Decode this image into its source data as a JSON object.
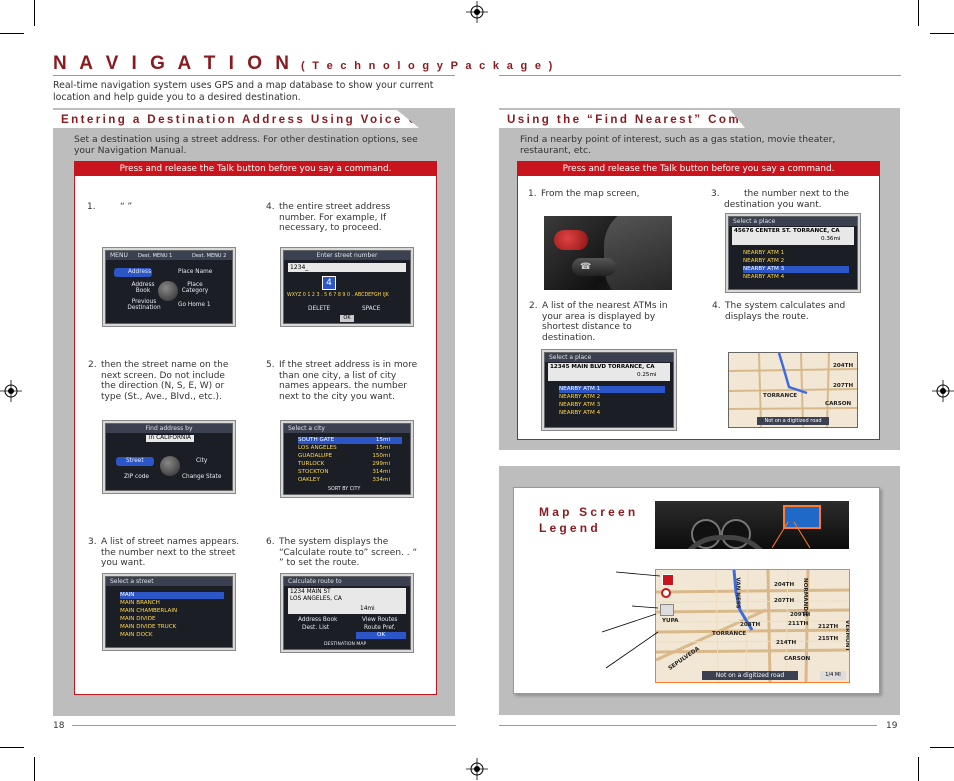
{
  "header": {
    "title": "N A V I G A T I O N",
    "subtitle": "( T e c h n o l o g y   P a c k a g e )",
    "intro": "Real-time navigation system uses GPS and a map database to show your current location and help guide you to a desired destination."
  },
  "left": {
    "heading": "Entering a Destination Address Using Voice Control",
    "desc": "Set a destination using a street address. For other destination options, see your Navigation Manual.",
    "banner": "Press and release the Talk button before you say a command.",
    "steps": [
      {
        "num": "1.",
        "text": "“ ”"
      },
      {
        "num": "2.",
        "text": "then the street name on the next screen. Do not include the direction (N, S, E, W) or type (St., Ave., Blvd., etc.)."
      },
      {
        "num": "3.",
        "text": "A list of street names appears. the number next to the street you want."
      },
      {
        "num": "4.",
        "text": "the entire street address number. For example, If necessary, to proceed."
      },
      {
        "num": "5.",
        "text": "If the street address is in more than one city, a list of city names appears. the number next to the city you want."
      },
      {
        "num": "6.",
        "text": "The system displays the “Calculate route to” screen. . “ ” to set the route."
      }
    ],
    "screens": {
      "menu": {
        "bar": "MENU",
        "dest": "Dest. MENU 1",
        "dest2": "Dest. MENU 2",
        "address": "Address",
        "place_name": "Place Name",
        "address_book": "Address Book",
        "place_category": "Place Category",
        "previous_destination": "Previous Destination",
        "go_home": "Go Home 1"
      },
      "street_number": {
        "bar": "Enter street number",
        "value": "1234_",
        "digit": "4",
        "keys": "WXYZ 0 1 2 3 . 5 6 7 8 9 0 . ABCDEFGH IJK",
        "delete": "DELETE",
        "space": "SPACE",
        "ok": "OK"
      },
      "find_address": {
        "bar": "Find address by",
        "in": "in CALIFORNIA",
        "street": "Street",
        "city": "City",
        "zip": "ZIP code",
        "change_state": "Change State"
      },
      "select_city": {
        "bar": "Select a city",
        "rows": [
          "SOUTH GATE",
          "LOS ANGELES",
          "GUADALUPE",
          "TURLOCK",
          "STOCKTON",
          "OAKLEY"
        ],
        "dists": [
          "15mi",
          "15mi",
          "150mi",
          "299mi",
          "314mi",
          "334mi"
        ],
        "footer": "SORT BY CITY"
      },
      "select_street": {
        "bar": "Select a street",
        "rows": [
          "MAIN",
          "MAIN BRANCH",
          "MAIN CHAMBERLAIN",
          "MAIN DIVIDE",
          "MAIN DIVIDE TRUCK",
          "MAIN DOCK"
        ]
      },
      "calculate": {
        "bar": "Calculate route to",
        "addr1": "1234 MAIN ST",
        "addr2": "LOS ANGELES, CA",
        "dist": "14mi",
        "address_book": "Address Book",
        "view_routes": "View Routes",
        "dest_list": "Dest. List",
        "route_pref": "Route Pref.",
        "ok": "OK",
        "footer": "DESTINATION MAP"
      }
    }
  },
  "right": {
    "heading": "Using the “Find Nearest” Command",
    "desc": "Find a nearby point of interest, such as a gas station, movie theater, restaurant, etc.",
    "banner": "Press and release the Talk button before you say a command.",
    "steps": [
      {
        "num": "1.",
        "text": "From the map screen,"
      },
      {
        "num": "2.",
        "text": "A list of the nearest ATMs in your area is displayed by shortest distance to destination."
      },
      {
        "num": "3.",
        "text": "the number next to the destination you want."
      },
      {
        "num": "4.",
        "text": "The system calculates and displays the route."
      }
    ],
    "screens": {
      "place1": {
        "bar": "Select a place",
        "addr": "45676 CENTER ST. TORRANCE, CA",
        "dist": "0.36mi",
        "rows": [
          "NEARBY ATM 1",
          "NEARBY ATM 2",
          "NEARBY ATM 3",
          "NEARBY ATM 4"
        ]
      },
      "place2": {
        "bar": "Select a place",
        "addr": "12345 MAIN BLVD TORRANCE, CA",
        "dist": "0.25mi",
        "rows": [
          "NEARBY ATM 1",
          "NEARBY ATM 2",
          "NEARBY ATM 3",
          "NEARBY ATM 4"
        ]
      },
      "route_map": {
        "footer": "Not on a digitized road",
        "labels": [
          "204TH",
          "207TH",
          "TORRANCE",
          "CARSON"
        ]
      }
    }
  },
  "legend": {
    "title_line1": "Map Screen",
    "title_line2": "Legend",
    "map_labels": [
      "204TH",
      "207TH",
      "209TH",
      "211TH",
      "212TH",
      "214TH",
      "215TH",
      "CARSON",
      "TORRANCE",
      "SEPULVEDA",
      "208TH",
      "VAN NESS",
      "NORMANDIE",
      "VERMONT",
      "YUPA"
    ],
    "footer": "Not on a digitized road",
    "scale": "1/4 MI"
  },
  "page_numbers": {
    "left": "18",
    "right": "19"
  },
  "colors": {
    "accent": "#8b1a1f",
    "banner": "#c8141c",
    "panel": "#bdbdbd"
  }
}
